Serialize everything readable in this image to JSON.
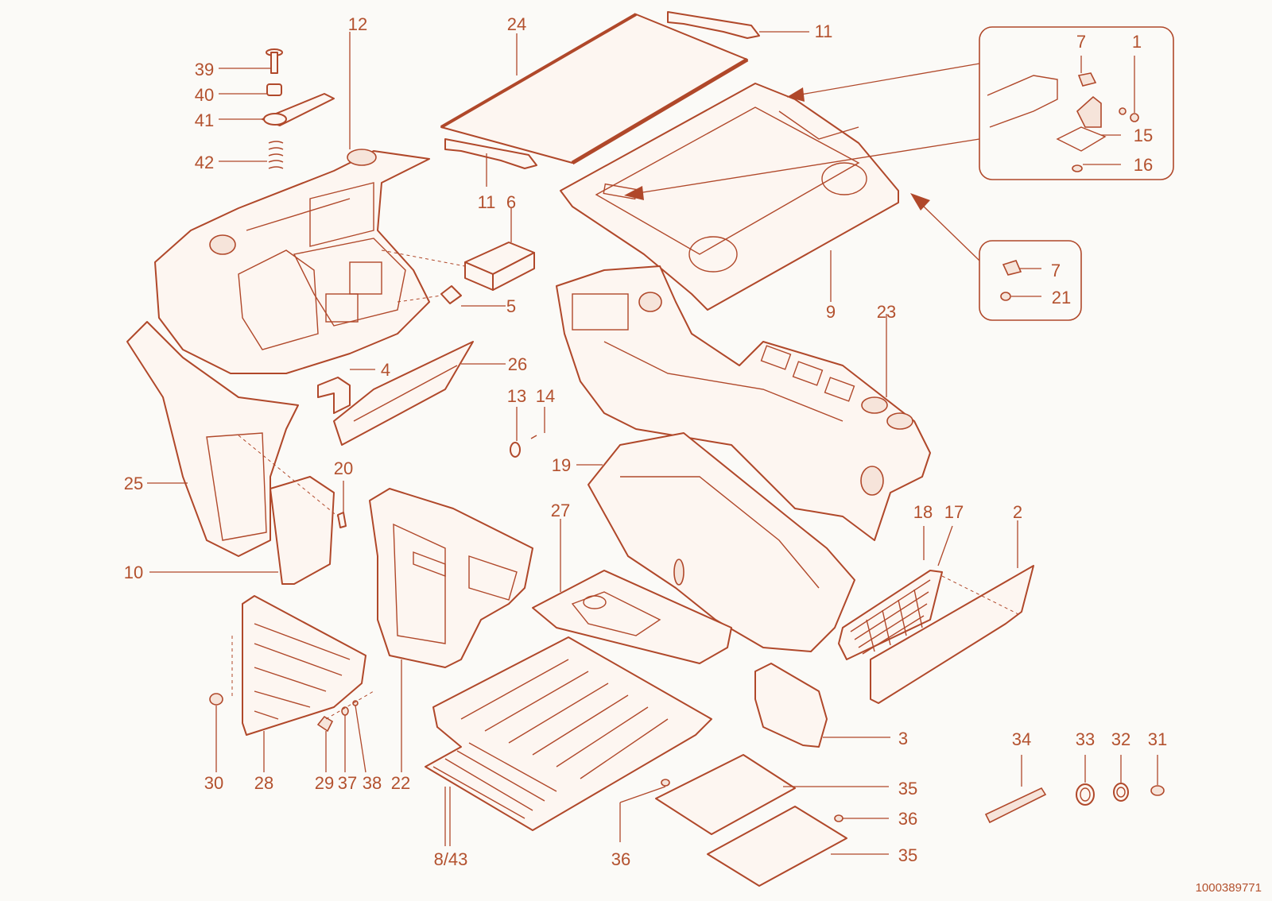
{
  "callouts": {
    "c39": "39",
    "c40": "40",
    "c41": "41",
    "c42": "42",
    "c12": "12",
    "c24": "24",
    "c11a": "11",
    "c11b": "11",
    "c6": "6",
    "c5": "5",
    "c7a": "7",
    "c1": "1",
    "c15": "15",
    "c16": "16",
    "c7b": "7",
    "c21": "21",
    "c9": "9",
    "c23": "23",
    "c4": "4",
    "c26": "26",
    "c13": "13",
    "c14": "14",
    "c19": "19",
    "c25": "25",
    "c20": "20",
    "c10": "10",
    "c27": "27",
    "c18": "18",
    "c17": "17",
    "c2": "2",
    "c3": "3",
    "c30": "30",
    "c28": "28",
    "c29": "29",
    "c37": "37",
    "c38": "38",
    "c22": "22",
    "c843": "8/43",
    "c36a": "36",
    "c35a": "35",
    "c36b": "36",
    "c35b": "35",
    "c34": "34",
    "c33": "33",
    "c32": "32",
    "c31": "31"
  },
  "document_number": "1000389771",
  "colors": {
    "line": "#b0482a",
    "text": "#b3512e",
    "background": "#fbfaf7",
    "part_fill": "#fdf6f1"
  }
}
